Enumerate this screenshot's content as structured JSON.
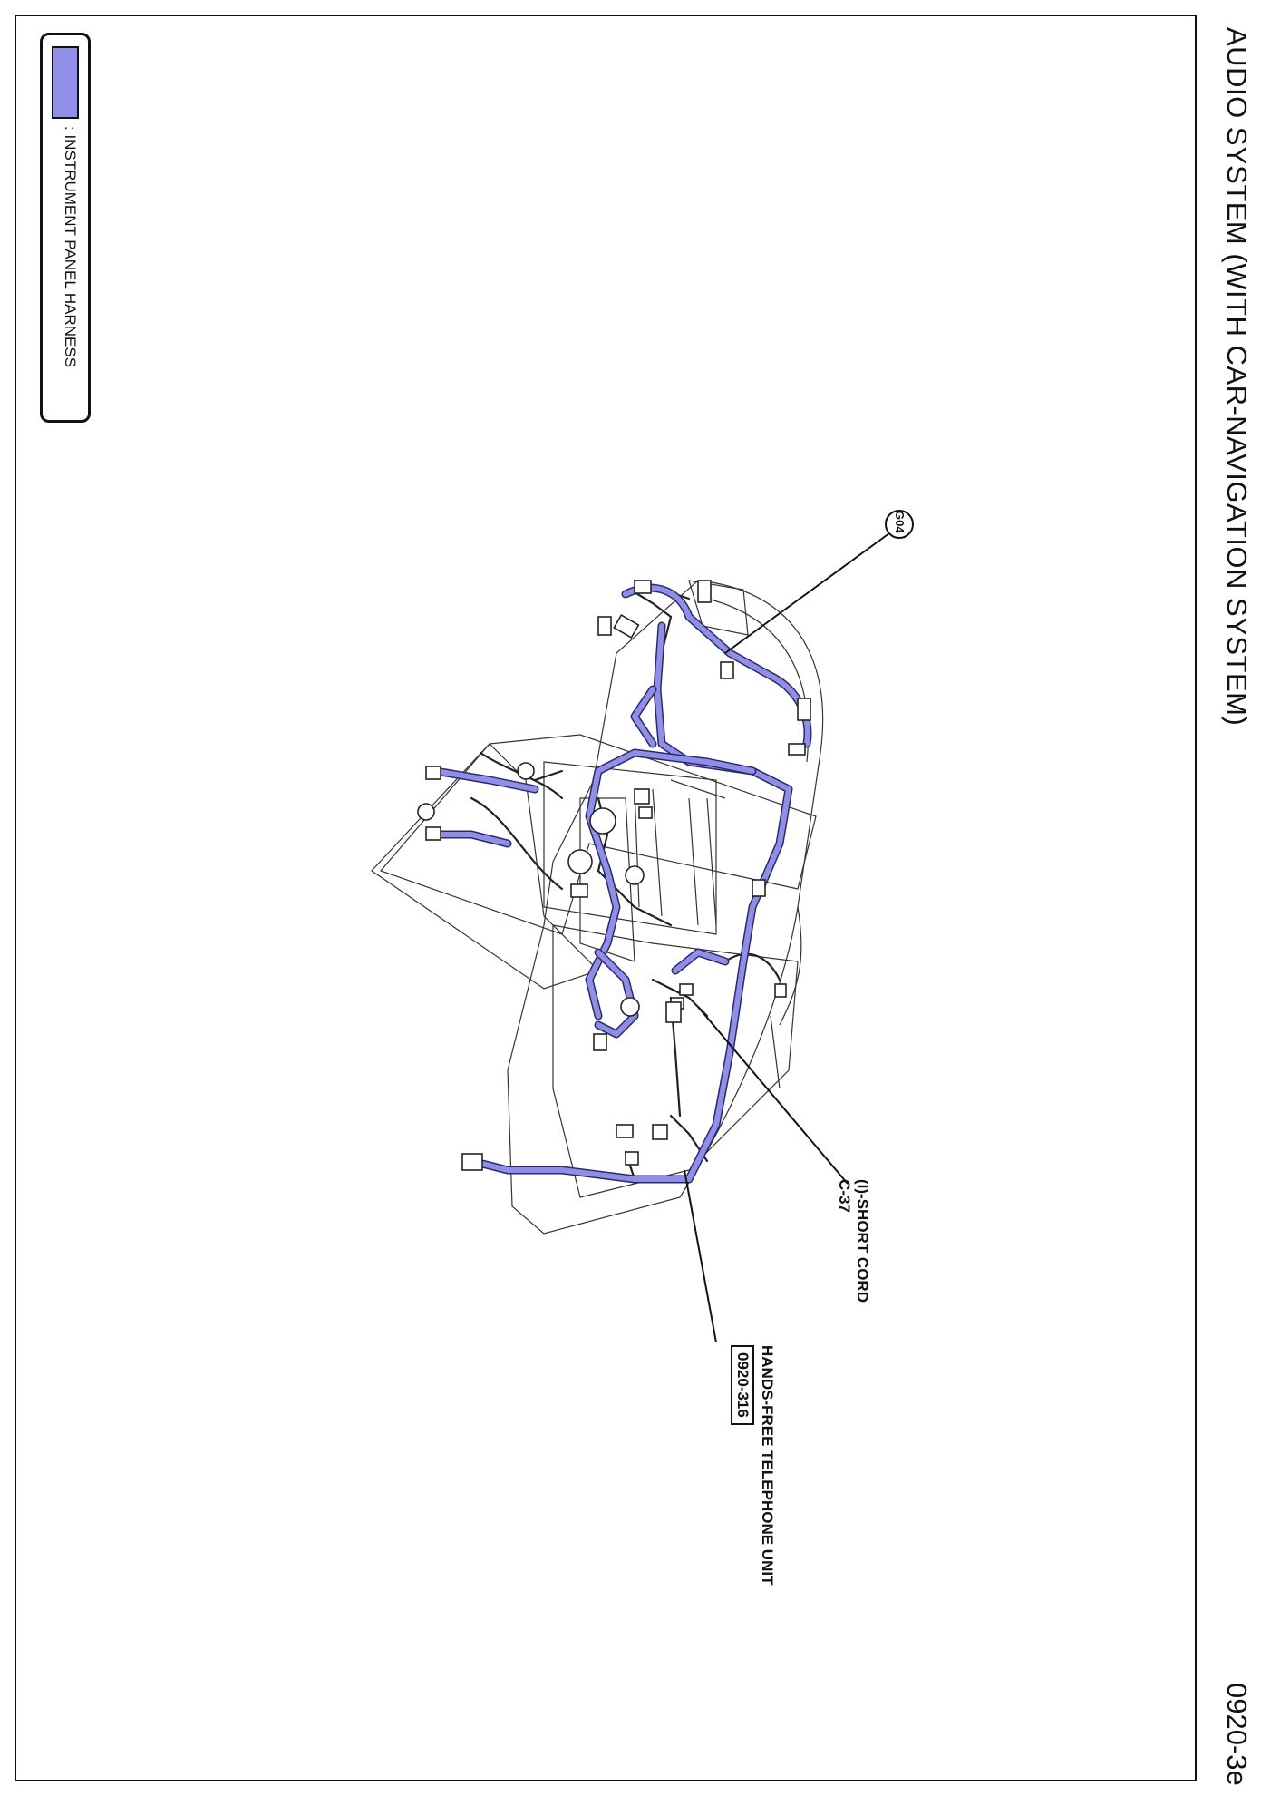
{
  "title": "AUDIO SYSTEM (WITH CAR-NAVIGATION SYSTEM)",
  "page_number": "0920-3e",
  "legend": {
    "swatch_color": "#8f8fe8",
    "label": ": INSTRUMENT PANEL HARNESS"
  },
  "callouts": {
    "ground": "G04",
    "short_cord": {
      "line1": "(I)-SHORT CORD",
      "line2": "C-37"
    },
    "hands_free": {
      "label": "HANDS-FREE TELEPHONE UNIT",
      "code": "0920-316"
    }
  },
  "colors": {
    "harness": "#8f8fe8",
    "harness_edge": "#2a2a6a",
    "line": "#111111"
  }
}
